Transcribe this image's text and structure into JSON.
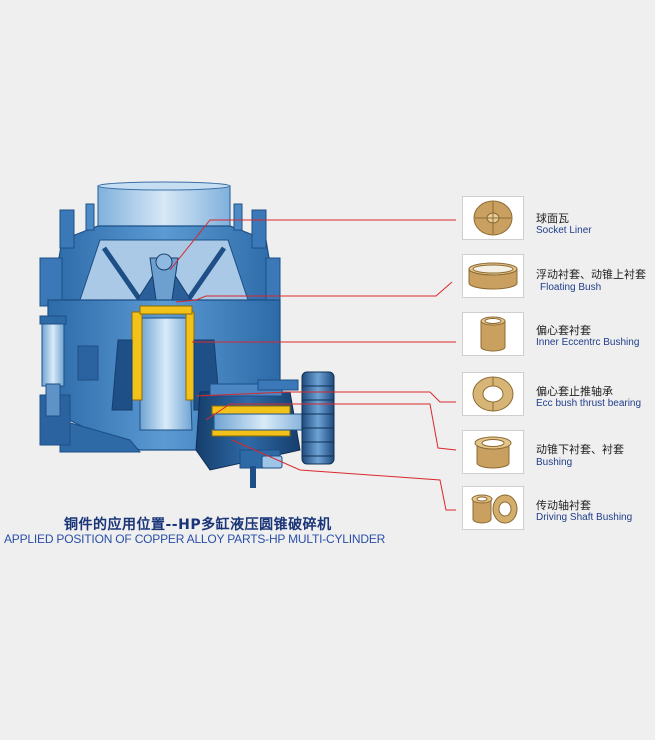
{
  "caption": {
    "title_zh": "铜件的应用位置--HP多缸液压圆锥破碎机",
    "title_en": "APPLIED POSITION OF  COPPER ALLOY PARTS-HP MULTI-CYLINDER"
  },
  "colors": {
    "accent_line": "#d9282d",
    "machine_blue": "#3d7fc0",
    "machine_dark": "#1d4f86",
    "bronze": "#c9a060",
    "yellow_part": "#f2c21a"
  },
  "parts": [
    {
      "name_zh": "球面瓦",
      "name_en": "Socket Liner",
      "icon": "socket-liner-thumbnail"
    },
    {
      "name_zh": "浮动衬套、动锥上衬套",
      "name_en": "Floating Bush",
      "icon": "floating-bush-thumbnail"
    },
    {
      "name_zh": "偏心套衬套",
      "name_en": "Inner Eccentrc Bushing",
      "icon": "inner-eccentric-bushing-thumbnail"
    },
    {
      "name_zh": "偏心套止推轴承",
      "name_en": "Ecc bush thrust bearing",
      "icon": "thrust-bearing-thumbnail"
    },
    {
      "name_zh": "动锥下衬套、衬套",
      "name_en": "Bushing",
      "icon": "bushing-thumbnail"
    },
    {
      "name_zh": "传动轴衬套",
      "name_en": "Driving  Shaft Bushing",
      "icon": "driving-shaft-bushing-thumbnail"
    }
  ]
}
